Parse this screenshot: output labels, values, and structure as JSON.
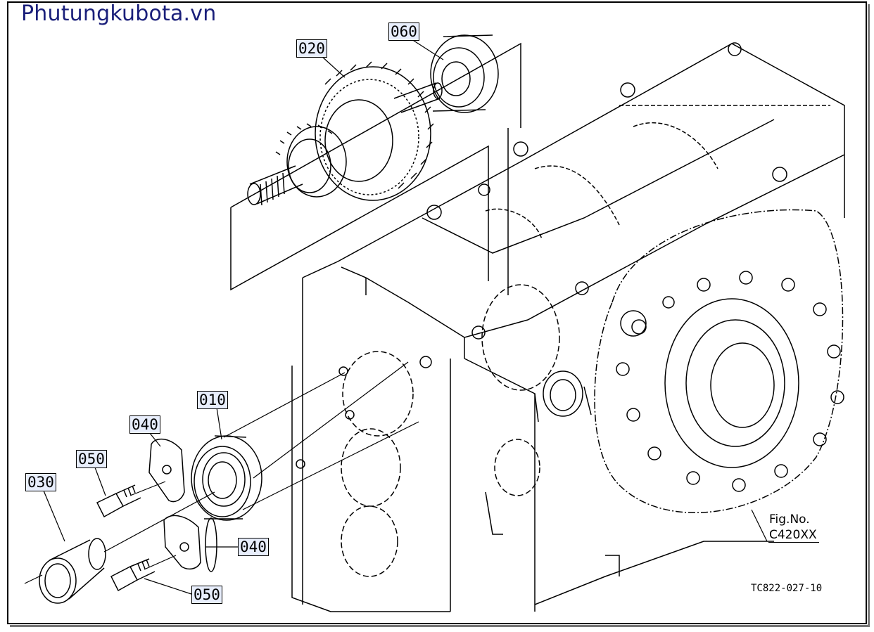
{
  "watermark": "Phutungkubota.vn",
  "figure": {
    "label": "Fig.No.",
    "code": "C420XX",
    "reference": "TC822-027-10"
  },
  "callouts": [
    {
      "id": "020",
      "text": "020"
    },
    {
      "id": "060",
      "text": "060"
    },
    {
      "id": "010",
      "text": "010"
    },
    {
      "id": "040a",
      "text": "040"
    },
    {
      "id": "050a",
      "text": "050"
    },
    {
      "id": "030",
      "text": "030"
    },
    {
      "id": "040b",
      "text": "040"
    },
    {
      "id": "050b",
      "text": "050"
    }
  ],
  "colors": {
    "watermark": "#1a1f7a",
    "callout_bg": "#e8eefc",
    "line": "#000000"
  }
}
